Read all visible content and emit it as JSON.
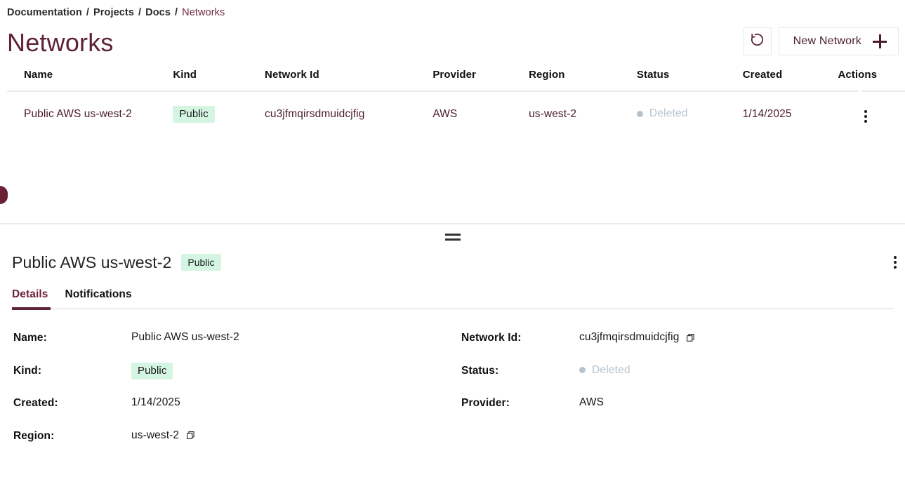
{
  "breadcrumb": {
    "items": [
      "Documentation",
      "Projects",
      "Docs",
      "Networks"
    ],
    "separator": "/"
  },
  "header": {
    "title": "Networks",
    "refresh_icon": "refresh-icon",
    "new_network_label": "New Network",
    "plus_icon": "plus-icon"
  },
  "table": {
    "columns": [
      "Name",
      "Kind",
      "Network Id",
      "Provider",
      "Region",
      "Status",
      "Created",
      "Actions"
    ],
    "rows": [
      {
        "name": "Public AWS us-west-2",
        "kind": "Public",
        "network_id": "cu3jfmqirsdmuidcjfig",
        "provider": "AWS",
        "region": "us-west-2",
        "status": "Deleted",
        "created": "1/14/2025",
        "selected": true
      }
    ]
  },
  "detail": {
    "title": "Public AWS us-west-2",
    "badge": "Public",
    "tabs": [
      {
        "label": "Details",
        "active": true
      },
      {
        "label": "Notifications",
        "active": false
      }
    ],
    "fields_left": [
      {
        "label": "Name:",
        "value": "Public AWS us-west-2",
        "type": "text",
        "copy": false
      },
      {
        "label": "Kind:",
        "value": "Public",
        "type": "badge",
        "copy": false
      },
      {
        "label": "Created:",
        "value": "1/14/2025",
        "type": "text",
        "copy": false
      },
      {
        "label": "Region:",
        "value": "us-west-2",
        "type": "text",
        "copy": true
      }
    ],
    "fields_right": [
      {
        "label": "Network Id:",
        "value": "cu3jfmqirsdmuidcjfig",
        "type": "text",
        "copy": true
      },
      {
        "label": "Status:",
        "value": "Deleted",
        "type": "status",
        "copy": false
      },
      {
        "label": "Provider:",
        "value": "AWS",
        "type": "text",
        "copy": false
      }
    ]
  },
  "colors": {
    "accent": "#5f2236",
    "badge_bg": "#d5f5e3",
    "status_grey": "#b6c3ce",
    "rule": "#e7ebef",
    "link_text": "#4b1b2c"
  }
}
